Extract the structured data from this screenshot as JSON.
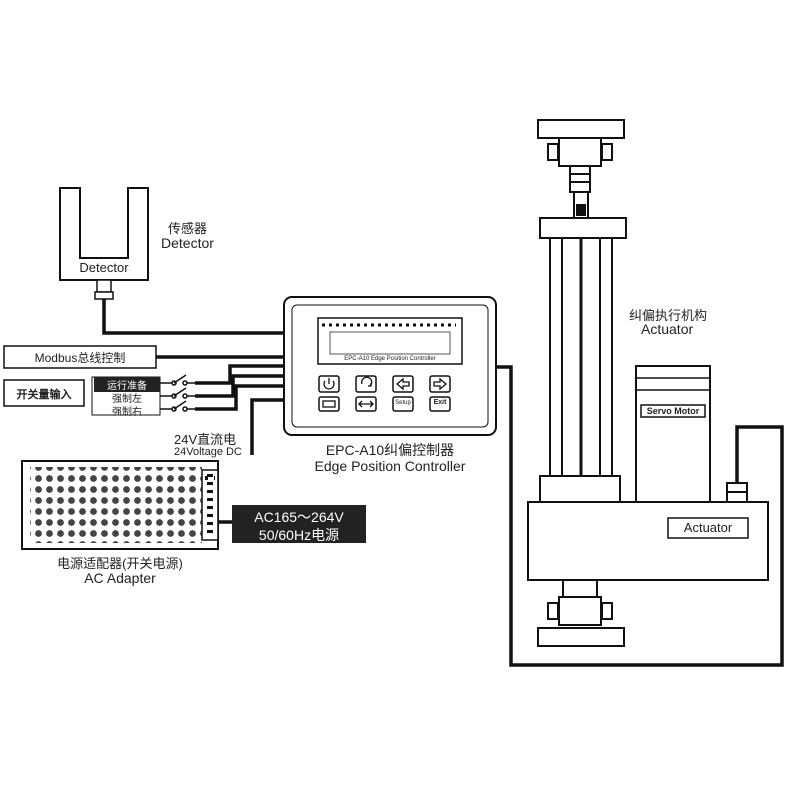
{
  "detector": {
    "cn": "传感器",
    "en": "Detector",
    "inner_label": "Detector"
  },
  "controller": {
    "cn_title": "EPC-A10纠偏控制器",
    "en_title": "Edge Position Controller",
    "panel_caption": "EPC-A10 Edge Position Controller",
    "buttons": [
      {
        "label": "",
        "icon": "power-icon"
      },
      {
        "label": "",
        "icon": "cycle-icon"
      },
      {
        "label": "",
        "icon": "left-arrow-icon"
      },
      {
        "label": "",
        "icon": "right-arrow-icon"
      },
      {
        "label": "",
        "icon": "mode-icon"
      },
      {
        "label": "",
        "icon": "center-icon"
      },
      {
        "label": "Setup",
        "icon": ""
      },
      {
        "label": "Exit",
        "icon": ""
      }
    ]
  },
  "modbus": {
    "label": "Modbus总线控制"
  },
  "switch_input": {
    "label": "开关量输入",
    "items": [
      "运行准备",
      "强制左",
      "强制右"
    ]
  },
  "dc": {
    "cn": "24V直流电",
    "en": "24Voltage DC"
  },
  "adapter": {
    "cn": "电源适配器(开关电源)",
    "en": "AC Adapter"
  },
  "ac": {
    "line1": "AC165～264V",
    "line2": "50/60Hz电源"
  },
  "actuator": {
    "cn": "纠偏执行机构",
    "en": "Actuator",
    "box_label": "Actuator",
    "motor_label": "Servo Motor"
  },
  "colors": {
    "line": "#111111",
    "dark_fill": "#222222"
  }
}
